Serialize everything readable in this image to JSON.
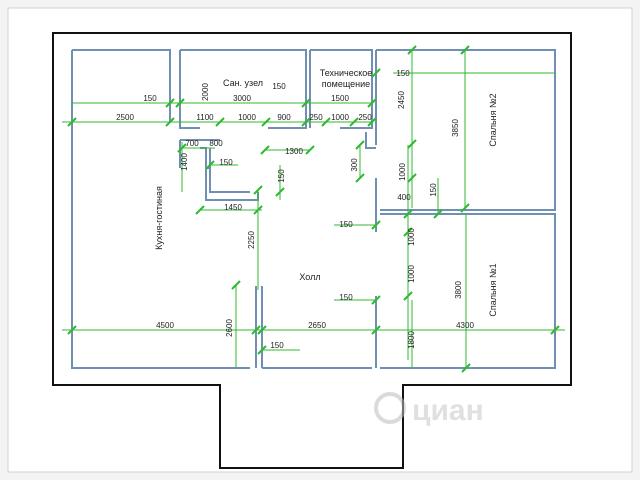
{
  "rooms": {
    "bathroom": "Сан. узел",
    "technical_1": "Техническое",
    "technical_2": "помещение",
    "kitchen": "Кухня-гостиная",
    "hall": "Холл",
    "bedroom2": "Спальня №2",
    "bedroom1": "Спальня №1"
  },
  "dims": {
    "d150_a": "150",
    "d2000": "2000",
    "d3000": "3000",
    "d150_b": "150",
    "d1500": "1500",
    "d150_c": "150",
    "d2450": "2450",
    "d3850": "3850",
    "d2500": "2500",
    "d1100": "1100",
    "d1000_a": "1000",
    "d900": "900",
    "d250_a": "250",
    "d1000_b": "1000",
    "d250_b": "250",
    "d700": "700",
    "d800": "800",
    "d1400": "1400",
    "d150_d": "150",
    "d1300": "1300",
    "d300": "300",
    "d1000_c": "1000",
    "d150_e": "150",
    "d400": "400",
    "d150_f": "150",
    "d1450": "1450",
    "d150_g": "150",
    "d1000_d": "1000",
    "d2250": "2250",
    "d1000_e": "1000",
    "d3800": "3800",
    "d150_h": "150",
    "d4500": "4500",
    "d2600": "2600",
    "d2650": "2650",
    "d1800": "1800",
    "d4300": "4300",
    "d150_i": "150"
  },
  "watermark": "циан",
  "colors": {
    "wall": "#6f8fb3",
    "dim": "#2fb92f",
    "outline": "#111111"
  }
}
